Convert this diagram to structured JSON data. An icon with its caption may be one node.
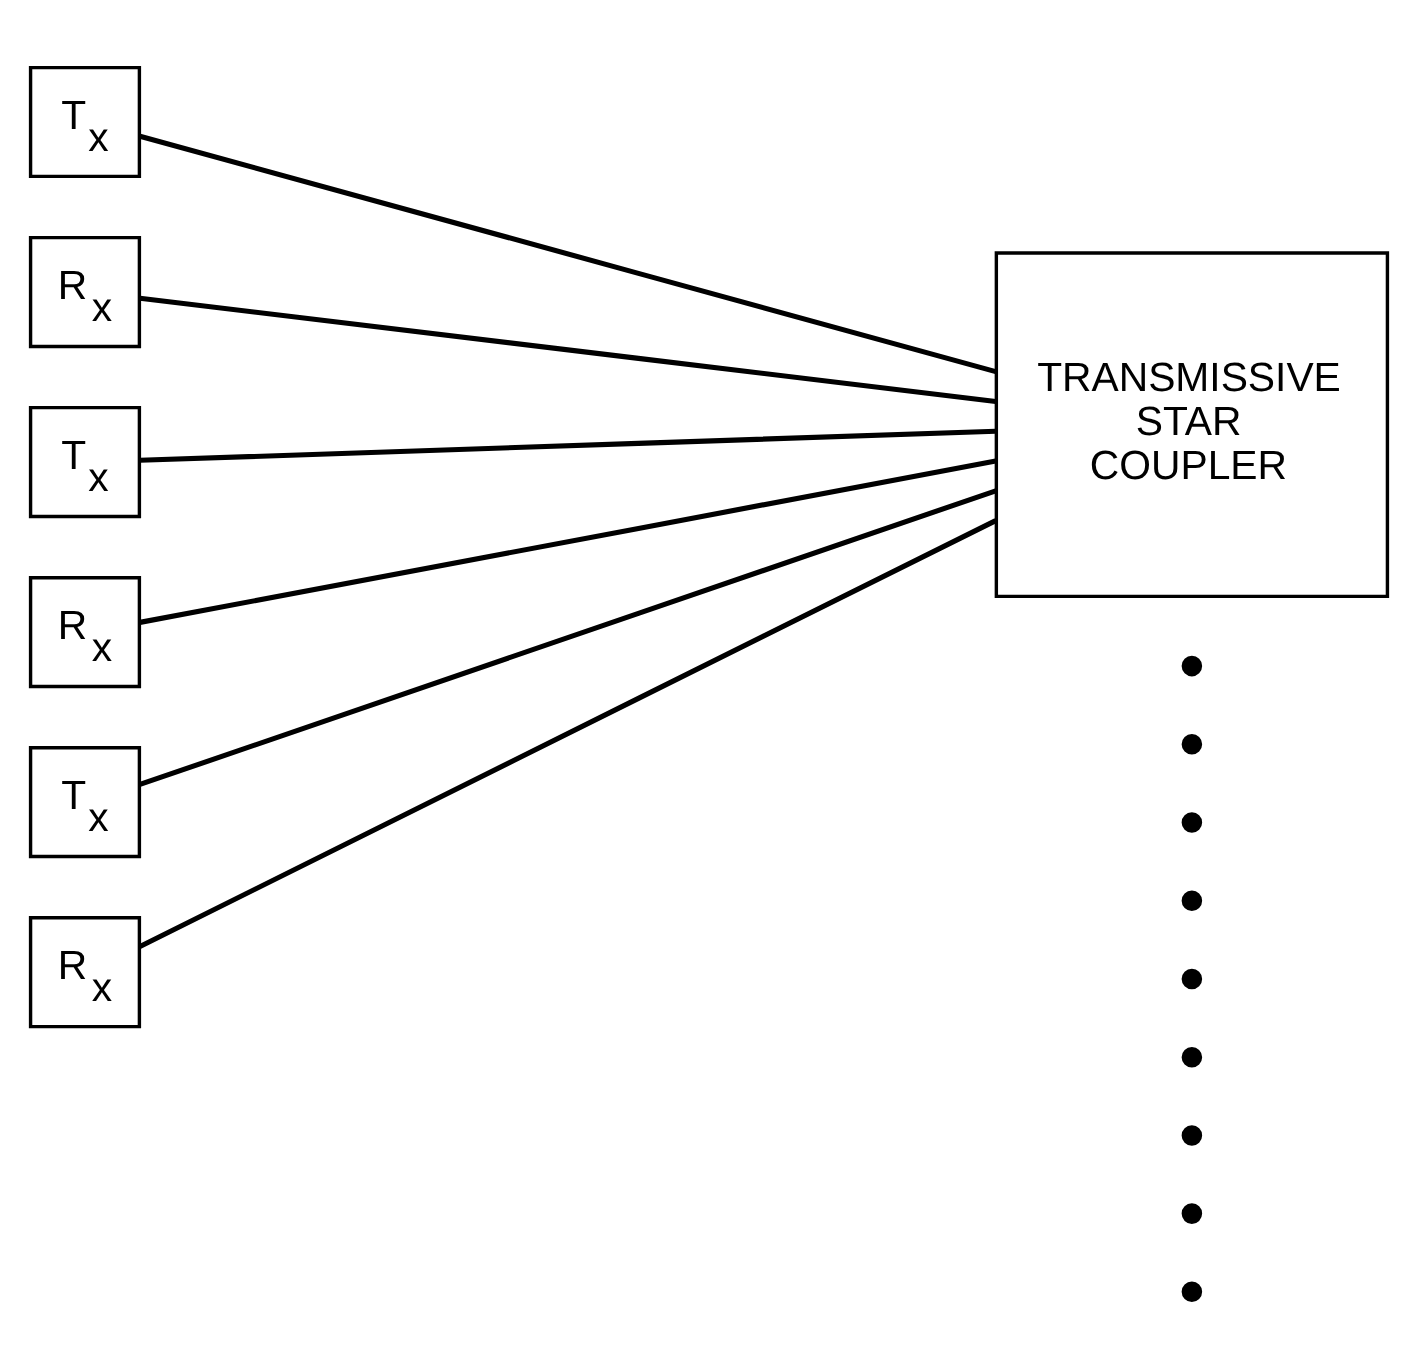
{
  "diagram": {
    "nodes": [
      {
        "text": [
          "T$_{x}$"
        ]
      },
      {
        "text": [
          "R$_{x}$"
        ]
      },
      {
        "text": [
          "T$_{x}$"
        ]
      },
      {
        "text": [
          "R$_{x}$"
        ]
      },
      {
        "text": [
          "T$_{x}$"
        ]
      },
      {
        "text": [
          "R$_{x}$"
        ]
      },
      {
        "text": [
          "TRANSMISSIVE STAR COUPLER"
        ]
      }
    ],
    "edges": [
      {
        "from": 0,
        "to": 6,
        "arrow": "none"
      },
      {
        "from": 1,
        "to": 6,
        "arrow": "none"
      },
      {
        "from": 2,
        "to": 6,
        "arrow": "none"
      },
      {
        "from": 3,
        "to": 6,
        "arrow": "none"
      },
      {
        "from": 4,
        "to": 6,
        "arrow": "none"
      },
      {
        "from": 5,
        "to": 6,
        "arrow": "none"
      }
    ]
  }
}
